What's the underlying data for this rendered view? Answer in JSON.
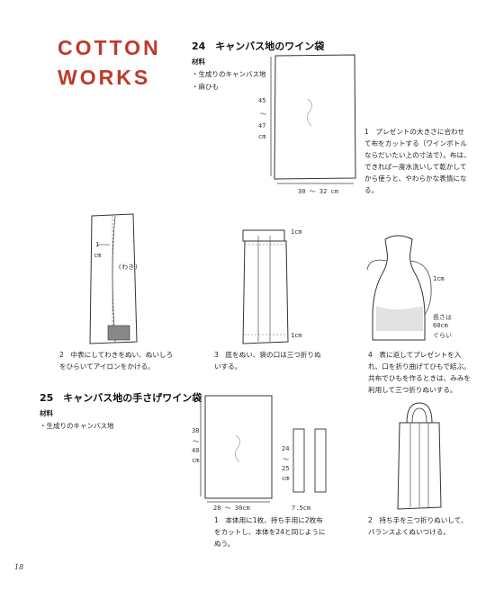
{
  "brand": {
    "line1": "COTTON",
    "line2": "WORKS"
  },
  "project24": {
    "title": "24　キャンバス地のワイン袋",
    "materials_title": "材料",
    "materials": [
      "・生成りのキャンバス地",
      "・麻ひも"
    ],
    "dims": {
      "height_top": "45",
      "height_sep": "〜",
      "height_bottom": "47",
      "height_unit": "cm",
      "width": "30 〜 32 cm"
    },
    "step1": "1　プレゼントの大きさに合わせて布をカットする（ワインボトルならだいたい上の寸法で）。布は、できれば一度水洗いして乾かしてから使うと、やわらかな表情になる。",
    "step2": "2　中表にしてわきをぬい、ぬいしろをひらいてアイロンをかける。",
    "step2_marks": {
      "seam_value": "1",
      "seam_unit": "cm",
      "side_label": "(わき)"
    },
    "step3": "3　底をぬい、袋の口は三つ折りぬいする。",
    "step3_marks": {
      "top": "1cm",
      "bottom": "1cm"
    },
    "step4": "4　表に返してプレゼントを入れ、口を折り曲げてひもで結ぶ。共布でひもを作るときは、みみを利用して三つ折りぬいする。",
    "step4_marks": {
      "strap": "1cm",
      "length_line1": "長さは",
      "length_line2": "60cm",
      "length_line3": "ぐらい"
    }
  },
  "project25": {
    "title": "25　キャンバス地の手さげワイン袋",
    "materials_title": "材料",
    "materials": [
      "・生成りのキャンバス地"
    ],
    "dims": {
      "height_top": "38",
      "height_sep": "〜",
      "height_bottom": "40",
      "height_unit": "cm",
      "width": "28 〜 30cm",
      "strap_top": "24",
      "strap_sep": "〜",
      "strap_bottom": "25",
      "strap_unit": "cm",
      "strap_width": "7.5cm"
    },
    "step1": "1　本体用に1枚、持ち手用に2枚布をカットし、本体を24と同じようにぬう。",
    "step2": "2　持ち手を三つ折りぬいして、バランスよくぬいつける。"
  },
  "page_number": "18"
}
